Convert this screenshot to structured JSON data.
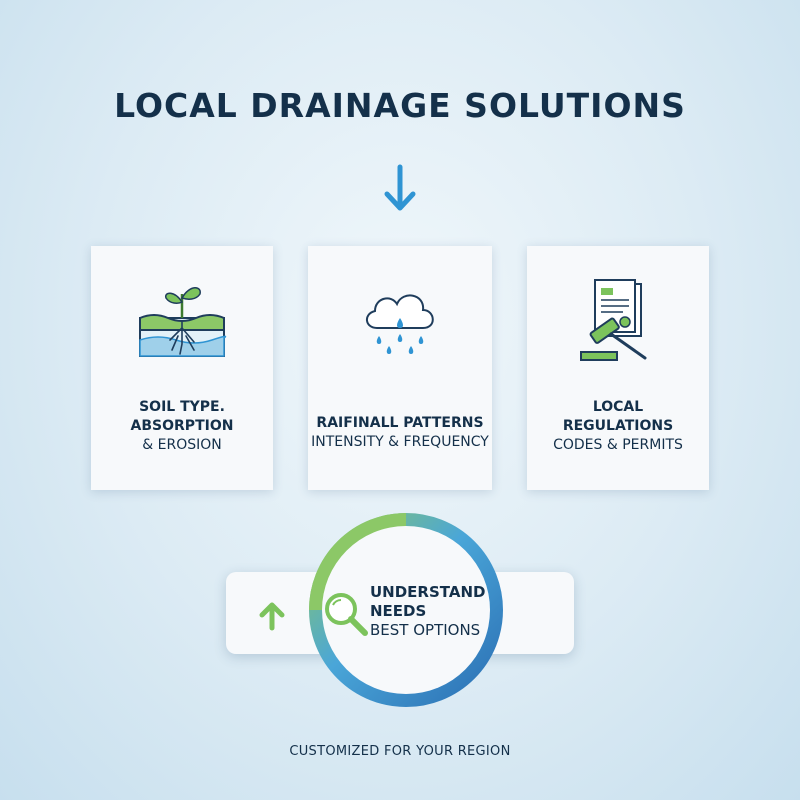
{
  "title": "LOCAL DRAINAGE SOLUTIONS",
  "colors": {
    "accent_blue": "#2f94d3",
    "accent_green": "#7cc35c",
    "ring_blue": "#2b6fb4",
    "text_dark": "#14304a"
  },
  "cards": [
    {
      "icon": "soil-sprout-icon",
      "lines": [
        "SOIL TYPE.",
        "ABSORPTION",
        "& EROSION"
      ]
    },
    {
      "icon": "rain-cloud-icon",
      "heading": "RAIFINALL PATTERNS",
      "sub": "INTENSITY & FREQUENCY"
    },
    {
      "icon": "regulations-gavel-icon",
      "heading_lines": [
        "LOCAL",
        "REGULATIONS"
      ],
      "sub": "CODES & PERMITS"
    }
  ],
  "center": {
    "icons": [
      "up-arrow-icon",
      "magnifier-icon"
    ],
    "lines": [
      "UNDERSTAND",
      "NEEDS",
      "BEST OPTIONS"
    ]
  },
  "footer": "CUSTOMIZED FOR YOUR REGION"
}
